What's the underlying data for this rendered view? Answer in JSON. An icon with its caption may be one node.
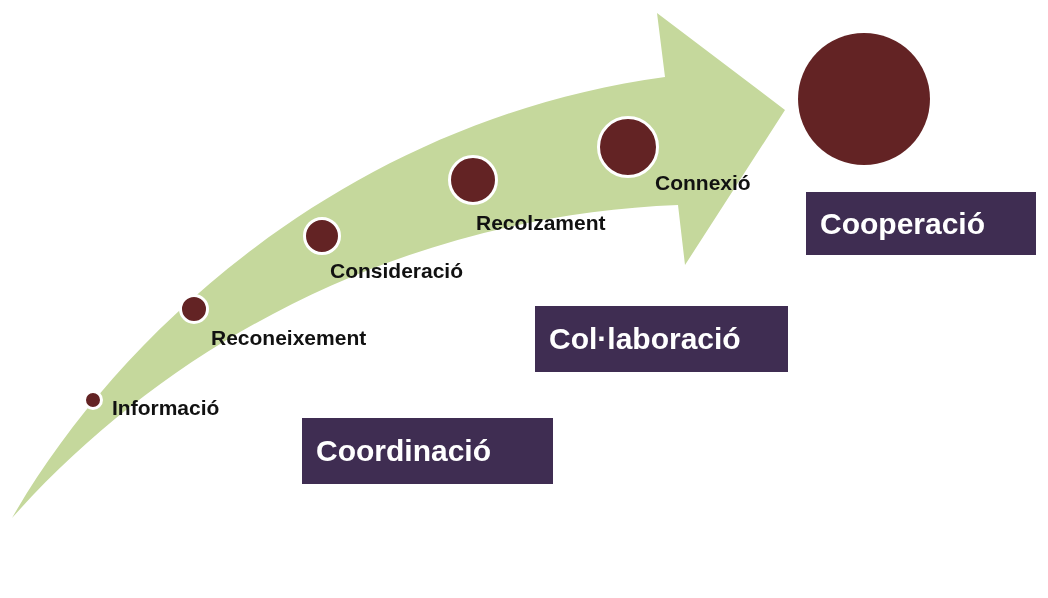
{
  "diagram": {
    "nodes": [
      {
        "text": [],
        "shape": "circle",
        "beside": [
          "Informació"
        ]
      },
      {
        "text": [],
        "shape": "circle",
        "beside": [
          "Reconeixement"
        ]
      },
      {
        "text": [],
        "shape": "circle",
        "beside": [
          "Consideració"
        ]
      },
      {
        "text": [],
        "shape": "circle",
        "beside": [
          "Recolzament"
        ]
      },
      {
        "text": [],
        "shape": "circle",
        "beside": [
          "Connexió"
        ]
      },
      {
        "text": [],
        "shape": "circle"
      },
      {
        "text": [
          "Cooperació"
        ]
      },
      {
        "text": [
          "Col·laboració"
        ]
      },
      {
        "text": [
          "Coordinació"
        ]
      }
    ]
  }
}
